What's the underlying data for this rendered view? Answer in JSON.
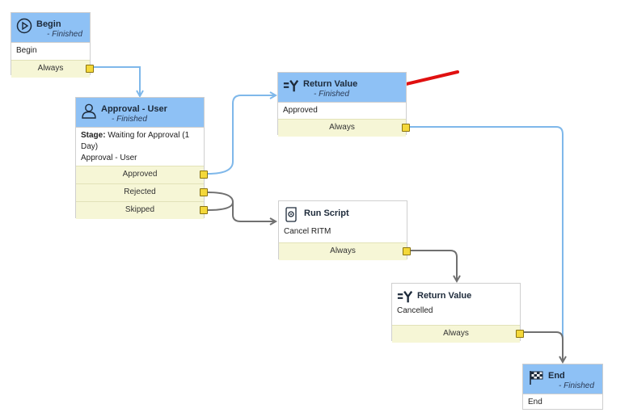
{
  "nodes": {
    "begin": {
      "title": "Begin",
      "status": "- Finished",
      "body": "Begin",
      "exit": "Always",
      "icon": "play-circle-icon"
    },
    "approval": {
      "title": "Approval - User",
      "status": "- Finished",
      "stage_label": "Stage:",
      "stage_value": " Waiting for Approval (1 Day)",
      "body": "Approval - User",
      "exits": [
        "Approved",
        "Rejected",
        "Skipped"
      ],
      "icon": "user-icon"
    },
    "return1": {
      "title": "Return Value",
      "status": "- Finished",
      "body": "Approved",
      "exit": "Always",
      "icon": "return-value-icon"
    },
    "script": {
      "title": "Run Script",
      "body": "Cancel RITM",
      "exit": "Always",
      "icon": "script-scroll-icon"
    },
    "return2": {
      "title": "Return Value",
      "body": "Cancelled",
      "exit": "Always",
      "icon": "return-value-icon"
    },
    "end": {
      "title": "End",
      "status": "- Finished",
      "body": "End",
      "icon": "checkered-flag-icon"
    }
  },
  "colors": {
    "finished_header": "#8ec1f5",
    "active_wire": "#7fb8ea",
    "inactive_wire": "#707070",
    "exit_bg": "#f6f6d6",
    "connector": "#f4d83a",
    "annotation_arrow": "#e01010"
  }
}
